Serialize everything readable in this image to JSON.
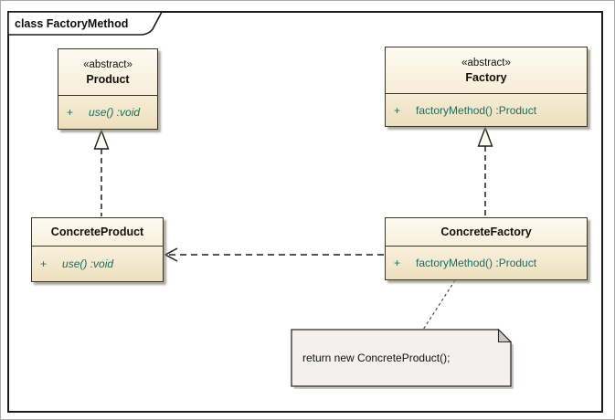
{
  "frame": {
    "title": "class FactoryMethod"
  },
  "classes": {
    "product": {
      "stereotype": "«abstract»",
      "name": "Product",
      "method": {
        "visibility": "+",
        "signature": "use() :void",
        "italic": true
      }
    },
    "factory": {
      "stereotype": "«abstract»",
      "name": "Factory",
      "method": {
        "visibility": "+",
        "signature": "factoryMethod() :Product",
        "italic": false
      }
    },
    "concrete_product": {
      "name": "ConcreteProduct",
      "method": {
        "visibility": "+",
        "signature": "use() :void",
        "italic": true
      }
    },
    "concrete_factory": {
      "name": "ConcreteFactory",
      "method": {
        "visibility": "+",
        "signature": "factoryMethod() :Product",
        "italic": false
      }
    }
  },
  "note": {
    "text": "return new ConcreteProduct();"
  },
  "relationships": [
    {
      "type": "realization",
      "from": "ConcreteProduct",
      "to": "Product",
      "line": "dashed",
      "head": "hollow-triangle"
    },
    {
      "type": "realization",
      "from": "ConcreteFactory",
      "to": "Factory",
      "line": "dashed",
      "head": "hollow-triangle"
    },
    {
      "type": "dependency",
      "from": "ConcreteFactory",
      "to": "ConcreteProduct",
      "line": "dashed",
      "head": "open-arrow"
    },
    {
      "type": "note-anchor",
      "from": "note",
      "to": "ConcreteFactory",
      "line": "dashed",
      "head": "none"
    }
  ],
  "colors": {
    "class_fill_top": "#fdfaf0",
    "class_fill_bottom": "#ecdfbc",
    "class_border": "#3a352b",
    "method_text": "#1d6c60",
    "note_fill": "#f3f1ee",
    "note_fold": "#cbc8c2",
    "line": "#1e1e1e",
    "shadow": "#b4aea2"
  }
}
